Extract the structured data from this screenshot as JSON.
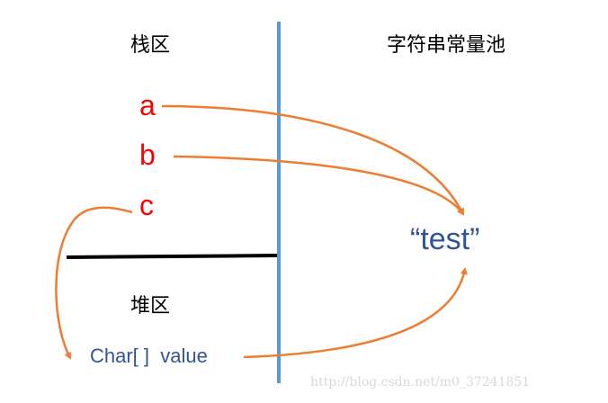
{
  "diagram": {
    "stack_area": {
      "title": "栈区"
    },
    "string_pool": {
      "title": "字符串常量池"
    },
    "heap_area": {
      "title": "堆区"
    },
    "variables": [
      {
        "name": "a",
        "color": "#ff0000"
      },
      {
        "name": "b",
        "color": "#ff0000"
      },
      {
        "name": "c",
        "color": "#ff0000"
      }
    ],
    "string_literal": "“test”",
    "heap_field": "Char[ ]  value",
    "arrows": [
      {
        "from": "a",
        "to": "“test”"
      },
      {
        "from": "b",
        "to": "“test”"
      },
      {
        "from": "c",
        "to": "Char[ ]  value"
      },
      {
        "from": "Char[ ]  value",
        "to": "“test”"
      }
    ],
    "colors": {
      "divider_vertical": "#5b9bd5",
      "divider_horizontal": "#000000",
      "arrow": "#ed7d31",
      "variable_text": "#ff0000",
      "object_text": "#2f5597"
    }
  },
  "watermark": "http://blog.csdn.net/m0_37241851"
}
